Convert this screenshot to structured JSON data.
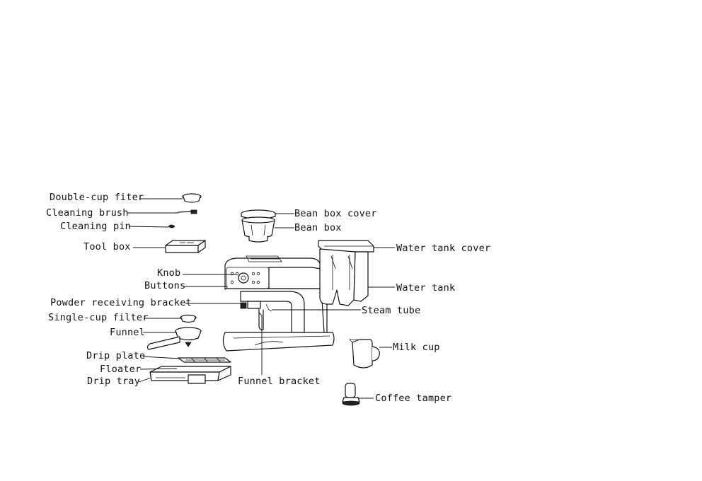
{
  "diagram": {
    "labels": {
      "double_cup_filter": "Double-cup fiter",
      "cleaning_brush": "Cleaning brush",
      "cleaning_pin": "Cleaning pin",
      "tool_box": "Tool box",
      "knob": "Knob",
      "buttons": "Buttons",
      "powder_receiving_bracket": "Powder receiving bracket",
      "single_cup_filter": "Single-cup filter",
      "funnel": "Funnel",
      "drip_plate": "Drip plate",
      "floater": "Floater",
      "drip_tray": "Drip tray",
      "funnel_bracket": "Funnel bracket",
      "bean_box_cover": "Bean box cover",
      "bean_box": "Bean box",
      "water_tank_cover": "Water tank cover",
      "water_tank": "Water tank",
      "steam_tube": "Steam tube",
      "milk_cup": "Milk cup",
      "coffee_tamper": "Coffee tamper"
    }
  }
}
